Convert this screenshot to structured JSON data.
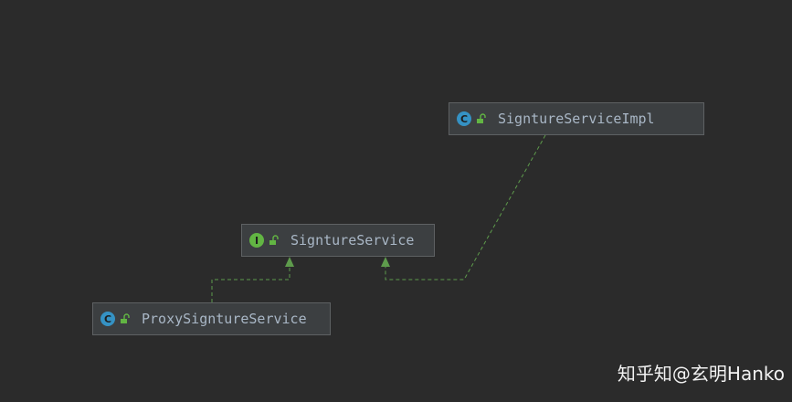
{
  "diagram": {
    "nodes": [
      {
        "id": "impl",
        "label": "SigntureServiceImpl",
        "kind": "class",
        "kind_letter": "C",
        "kind_icon": "class-icon",
        "access_icon": "public-unlock-icon"
      },
      {
        "id": "iface",
        "label": "SigntureService",
        "kind": "interface",
        "kind_letter": "I",
        "kind_icon": "interface-icon",
        "access_icon": "public-unlock-icon"
      },
      {
        "id": "proxy",
        "label": "ProxySigntureService",
        "kind": "class",
        "kind_letter": "C",
        "kind_icon": "class-icon",
        "access_icon": "public-unlock-icon"
      }
    ],
    "edges": [
      {
        "from": "impl",
        "to": "iface",
        "type": "implements",
        "style": "dashed"
      },
      {
        "from": "proxy",
        "to": "iface",
        "type": "implements",
        "style": "dashed"
      }
    ],
    "colors": {
      "background": "#2b2b2b",
      "node_fill": "#3c3f41",
      "node_border": "#5e6163",
      "edge": "#5e9b4c",
      "class_icon": "#3592c4",
      "interface_icon": "#62b543"
    }
  },
  "watermark": "知乎知@玄明Hanko"
}
